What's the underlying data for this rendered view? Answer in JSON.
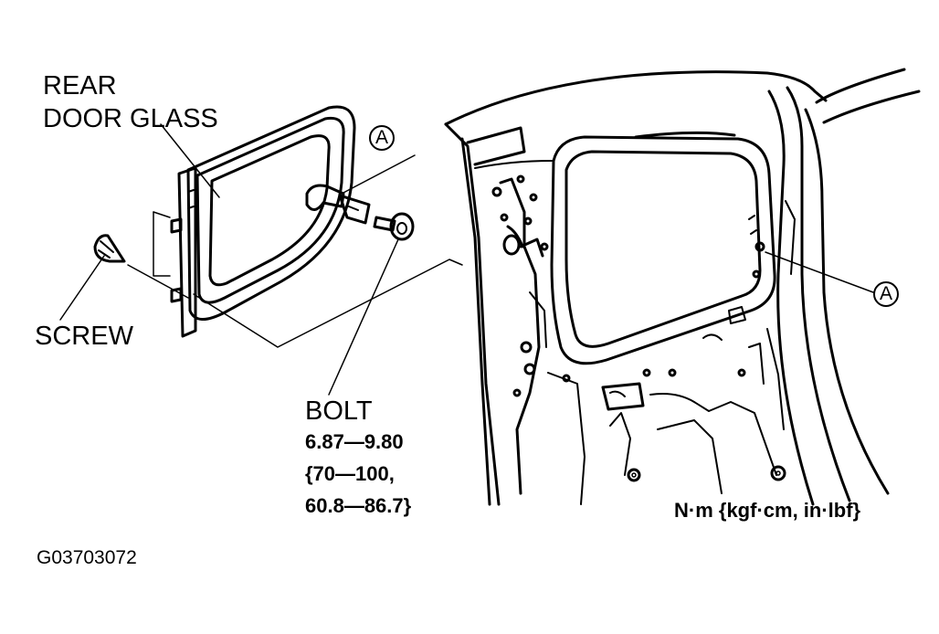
{
  "labels": {
    "rear_door_glass_line1": "REAR",
    "rear_door_glass_line2": "DOOR GLASS",
    "screw": "SCREW",
    "bolt": "BOLT",
    "torque_line1": "6.87—9.80",
    "torque_line2": "{70—100,",
    "torque_line3": "60.8—86.7}",
    "units": "N·m {kgf·cm, in·lbf}",
    "figure_code": "G03703072",
    "callout_a_top": "A",
    "callout_a_right": "A"
  },
  "colors": {
    "ink": "#000000",
    "paper": "#ffffff"
  }
}
